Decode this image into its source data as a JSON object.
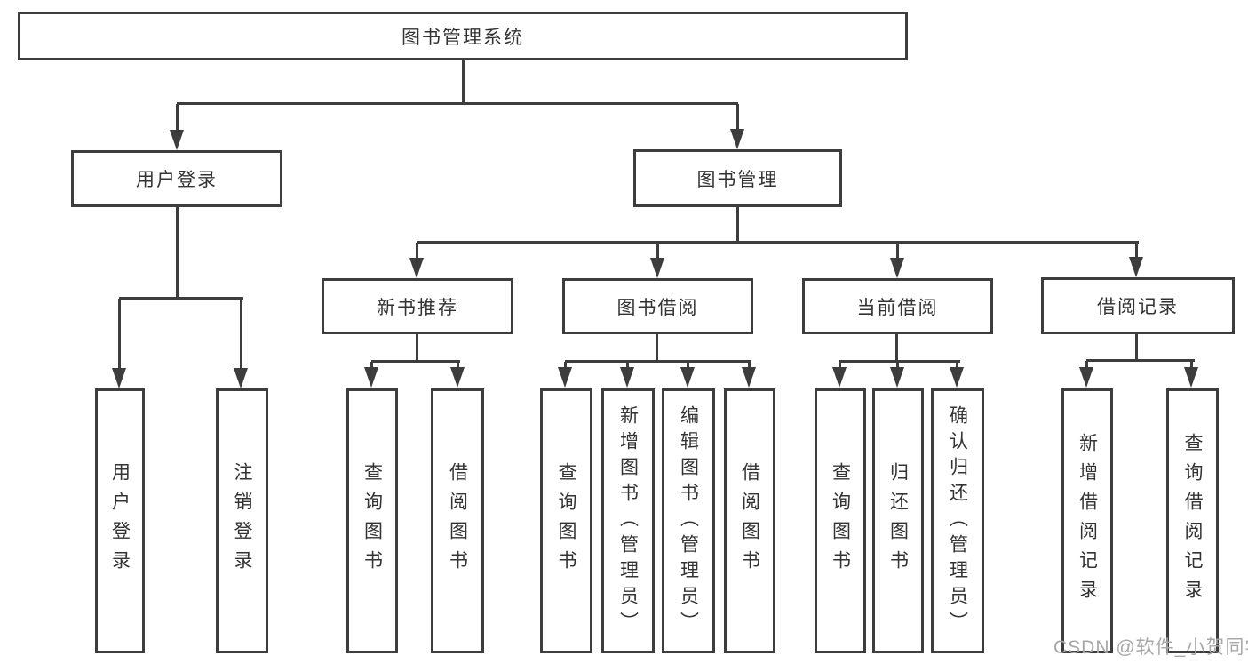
{
  "diagram": {
    "root": {
      "label": "图书管理系统"
    },
    "branches": [
      {
        "label": "用户登录",
        "children": [
          {
            "label": "用户登录"
          },
          {
            "label": "注销登录"
          }
        ]
      },
      {
        "label": "图书管理",
        "children": [
          {
            "label": "新书推荐",
            "children": [
              {
                "label": "查询图书"
              },
              {
                "label": "借阅图书"
              }
            ]
          },
          {
            "label": "图书借阅",
            "children": [
              {
                "label": "查询图书"
              },
              {
                "label": "新增图书（管理员）"
              },
              {
                "label": "编辑图书（管理员）"
              },
              {
                "label": "借阅图书"
              }
            ]
          },
          {
            "label": "当前借阅",
            "children": [
              {
                "label": "查询图书"
              },
              {
                "label": "归还图书"
              },
              {
                "label": "确认归还（管理员）"
              }
            ]
          },
          {
            "label": "借阅记录",
            "children": [
              {
                "label": "新增借阅记录"
              },
              {
                "label": "查询借阅记录"
              }
            ]
          }
        ]
      }
    ]
  },
  "watermark": {
    "text": "CSDN @软件_小贺同学"
  },
  "colors": {
    "line": "#3d3d3d",
    "text": "#333333",
    "watermark": "#a8a8a8",
    "background": "#ffffff"
  }
}
